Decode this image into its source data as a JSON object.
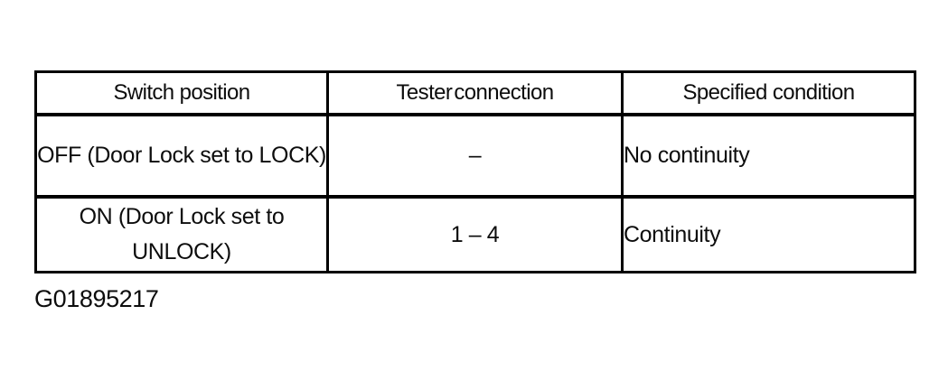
{
  "table": {
    "headers": [
      "Switch position",
      "Tester connection",
      "Specified condition"
    ],
    "rows": [
      [
        "OFF (Door Lock set to LOCK)",
        "–",
        "No continuity"
      ],
      [
        "ON (Door Lock set to UNLOCK)",
        "1 – 4",
        "Continuity"
      ]
    ]
  },
  "figure_id": "G01895217"
}
